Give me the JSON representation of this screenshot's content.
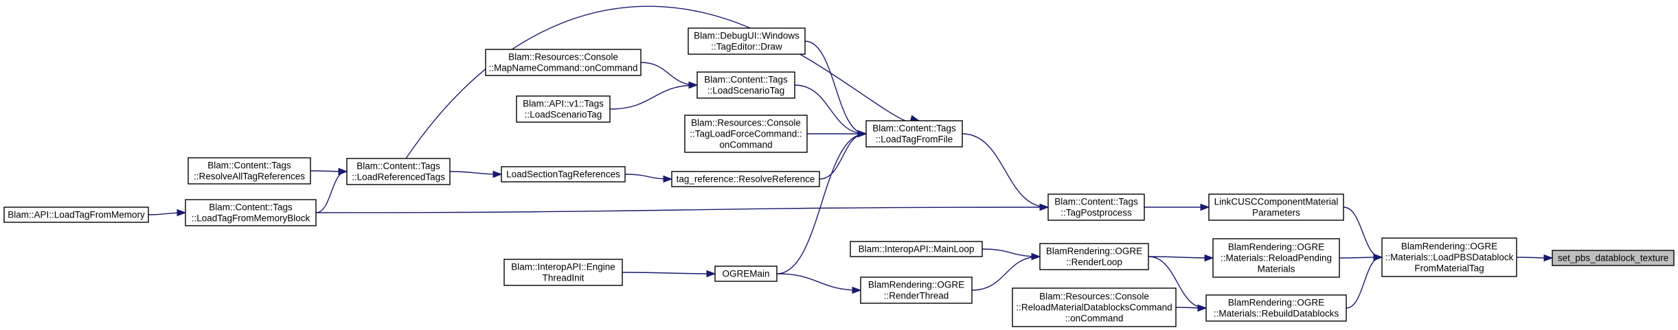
{
  "graph": {
    "nodes": [
      {
        "id": "set_pbs",
        "lines": [
          "set_pbs_datablock_texture"
        ]
      },
      {
        "id": "loadpbs",
        "lines": [
          "BlamRendering::OGRE",
          "::Materials::LoadPBSDatablock",
          "FromMaterialTag"
        ]
      },
      {
        "id": "linkcusc",
        "lines": [
          "LinkCUSCComponentMaterial",
          "Parameters"
        ]
      },
      {
        "id": "reloadpending",
        "lines": [
          "BlamRendering::OGRE",
          "::Materials::ReloadPending",
          "Materials"
        ]
      },
      {
        "id": "rebuild",
        "lines": [
          "BlamRendering::OGRE",
          "::Materials::RebuildDatablocks"
        ]
      },
      {
        "id": "tagpost",
        "lines": [
          "Blam::Content::Tags",
          "::TagPostprocess"
        ]
      },
      {
        "id": "renderloop",
        "lines": [
          "BlamRendering::OGRE",
          "::RenderLoop"
        ]
      },
      {
        "id": "reloadmatcmd",
        "lines": [
          "Blam::Resources::Console",
          "::ReloadMaterialDatablocksCommand",
          "::onCommand"
        ]
      },
      {
        "id": "loadtagfromfile",
        "lines": [
          "Blam::Content::Tags",
          "::LoadTagFromFile"
        ]
      },
      {
        "id": "loadtagfrommemblock",
        "lines": [
          "Blam::Content::Tags",
          "::LoadTagFromMemoryBlock"
        ]
      },
      {
        "id": "interop_mainloop",
        "lines": [
          "Blam::InteropAPI::MainLoop"
        ]
      },
      {
        "id": "renderthread",
        "lines": [
          "BlamRendering::OGRE",
          "::RenderThread"
        ]
      },
      {
        "id": "debugui",
        "lines": [
          "Blam::DebugUI::Windows",
          "::TagEditor::Draw"
        ]
      },
      {
        "id": "loadscenariotag",
        "lines": [
          "Blam::Content::Tags",
          "::LoadScenarioTag"
        ]
      },
      {
        "id": "tagloadforce",
        "lines": [
          "Blam::Resources::Console",
          "::TagLoadForceCommand::",
          "onCommand"
        ]
      },
      {
        "id": "resolveref",
        "lines": [
          "tag_reference::ResolveReference"
        ]
      },
      {
        "id": "ogremain",
        "lines": [
          "OGREMain"
        ]
      },
      {
        "id": "api_loadtagfrommemory",
        "lines": [
          "Blam::API::LoadTagFromMemory"
        ]
      },
      {
        "id": "loadreferencedtags",
        "lines": [
          "Blam::Content::Tags",
          "::LoadReferencedTags"
        ]
      },
      {
        "id": "loadsectiontagrefs",
        "lines": [
          "LoadSectionTagReferences"
        ]
      },
      {
        "id": "mapnamecmd",
        "lines": [
          "Blam::Resources::Console",
          "::MapNameCommand::onCommand"
        ]
      },
      {
        "id": "api_v1_loadscenario",
        "lines": [
          "Blam::API::v1::Tags",
          "::LoadScenarioTag"
        ]
      },
      {
        "id": "interop_enginethread",
        "lines": [
          "Blam::InteropAPI::Engine",
          "ThreadInit"
        ]
      },
      {
        "id": "resolvealltagrefs",
        "lines": [
          "Blam::Content::Tags",
          "::ResolveAllTagReferences"
        ]
      }
    ],
    "edges": [
      {
        "from": "loadpbs",
        "to": "set_pbs"
      },
      {
        "from": "linkcusc",
        "to": "loadpbs"
      },
      {
        "from": "reloadpending",
        "to": "loadpbs"
      },
      {
        "from": "rebuild",
        "to": "loadpbs"
      },
      {
        "from": "tagpost",
        "to": "linkcusc"
      },
      {
        "from": "renderloop",
        "to": "reloadpending"
      },
      {
        "from": "renderloop",
        "to": "rebuild"
      },
      {
        "from": "reloadmatcmd",
        "to": "rebuild"
      },
      {
        "from": "loadtagfromfile",
        "to": "tagpost"
      },
      {
        "from": "loadtagfrommemblock",
        "to": "tagpost"
      },
      {
        "from": "interop_mainloop",
        "to": "renderloop"
      },
      {
        "from": "renderthread",
        "to": "renderloop"
      },
      {
        "from": "debugui",
        "to": "loadtagfromfile"
      },
      {
        "from": "loadscenariotag",
        "to": "loadtagfromfile"
      },
      {
        "from": "tagloadforce",
        "to": "loadtagfromfile"
      },
      {
        "from": "resolveref",
        "to": "loadtagfromfile"
      },
      {
        "from": "ogremain",
        "to": "loadtagfromfile"
      },
      {
        "from": "loadreferencedtags",
        "to": "loadtagfromfile"
      },
      {
        "from": "ogremain",
        "to": "renderthread"
      },
      {
        "from": "mapnamecmd",
        "to": "loadscenariotag"
      },
      {
        "from": "api_v1_loadscenario",
        "to": "loadscenariotag"
      },
      {
        "from": "loadsectiontagrefs",
        "to": "resolveref"
      },
      {
        "from": "loadreferencedtags",
        "to": "loadsectiontagrefs"
      },
      {
        "from": "interop_enginethread",
        "to": "ogremain"
      },
      {
        "from": "resolvealltagrefs",
        "to": "loadreferencedtags"
      },
      {
        "from": "loadtagfrommemblock",
        "to": "loadreferencedtags"
      },
      {
        "from": "api_loadtagfrommemory",
        "to": "loadtagfrommemblock"
      }
    ]
  }
}
